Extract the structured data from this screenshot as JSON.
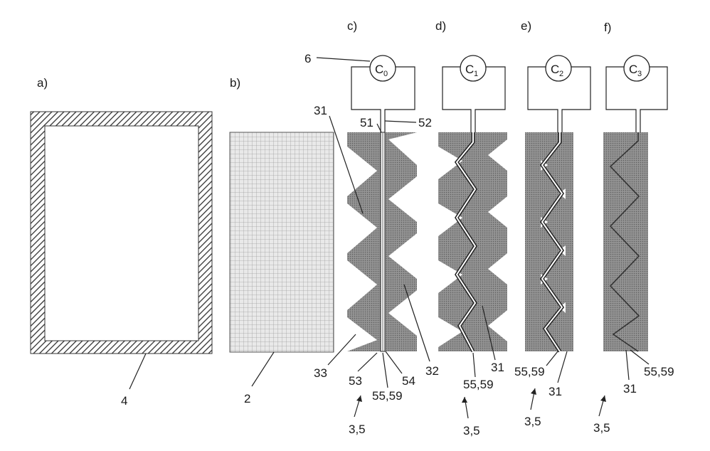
{
  "panels": {
    "a": "a)",
    "b": "b)",
    "c": "c)",
    "d": "d)",
    "e": "e)",
    "f": "f)"
  },
  "capacitors": [
    {
      "letter": "C",
      "sub": "0"
    },
    {
      "letter": "C",
      "sub": "1"
    },
    {
      "letter": "C",
      "sub": "2"
    },
    {
      "letter": "C",
      "sub": "3"
    }
  ],
  "refs": {
    "r4": "4",
    "r2": "2",
    "r6": "6",
    "r31": "31",
    "r51": "51",
    "r52": "52",
    "r33": "33",
    "r53": "53",
    "r54": "54",
    "r32": "32",
    "r5559": "55,59",
    "r35": "3,5"
  }
}
